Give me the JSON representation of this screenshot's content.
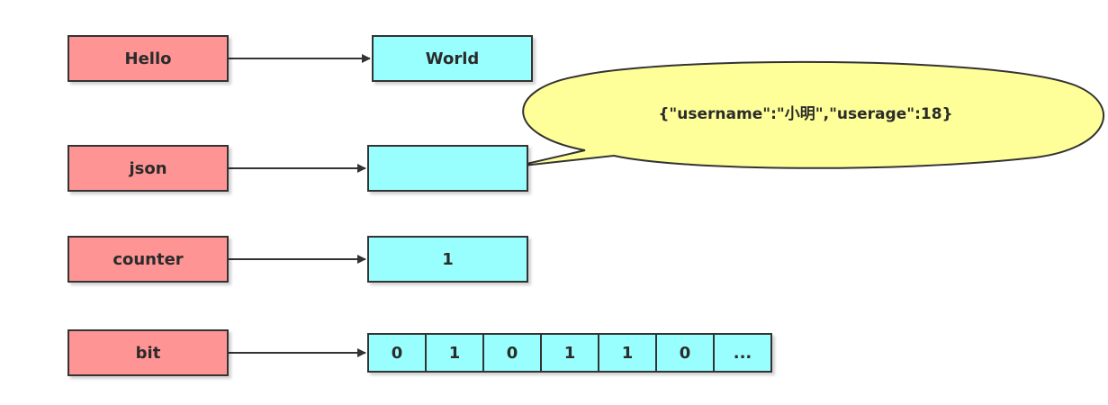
{
  "rows": [
    {
      "key": "Hello",
      "value": "World"
    },
    {
      "key": "json",
      "value": ""
    },
    {
      "key": "counter",
      "value": "1"
    },
    {
      "key": "bit",
      "cells": [
        "0",
        "1",
        "0",
        "1",
        "1",
        "0",
        "..."
      ]
    }
  ],
  "callout": {
    "text": "{\"username\":\"小明\",\"userage\":18}"
  },
  "colors": {
    "key_fill": "#ff9494",
    "value_fill": "#99fffe",
    "callout_fill": "#ffff99",
    "stroke": "#333333"
  }
}
